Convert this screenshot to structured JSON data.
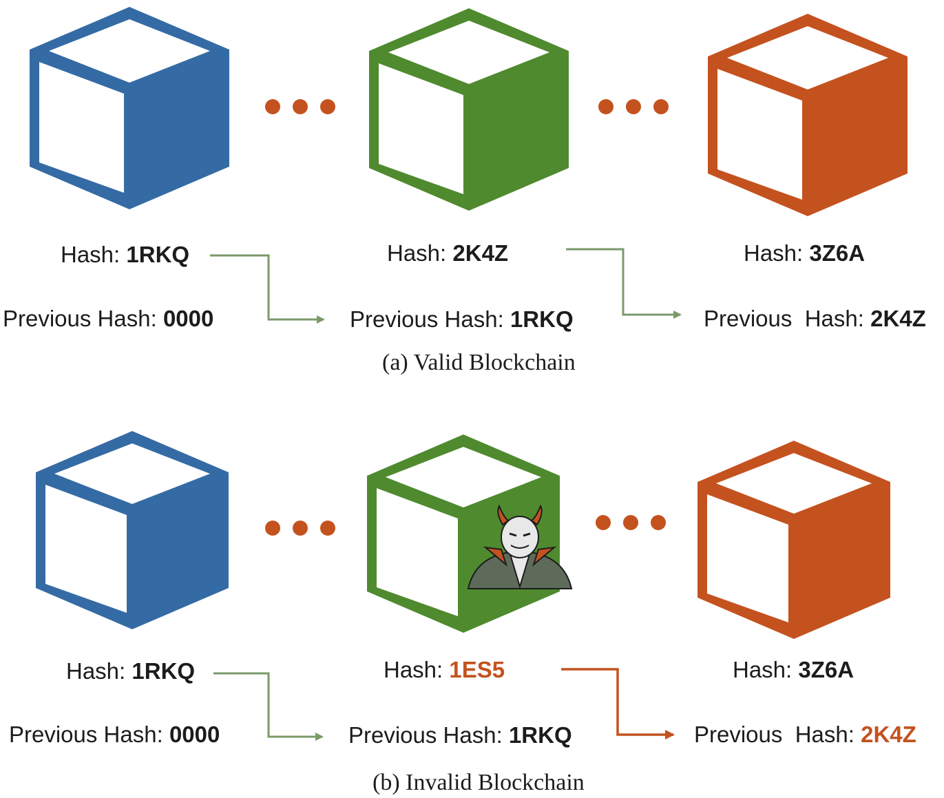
{
  "colors": {
    "blue": "#356ba4",
    "green": "#4f8a2e",
    "orange": "#c4521f",
    "arrow_green": "#7a9a6a",
    "text": "#1c1c1c"
  },
  "valid": {
    "caption": "(a) Valid Blockchain",
    "block1": {
      "hash_label": "Hash:",
      "hash": "1RKQ",
      "prev_label": "Previous Hash:",
      "prev": "0000"
    },
    "block2": {
      "hash_label": "Hash:",
      "hash": "2K4Z",
      "prev_label": "Previous Hash:",
      "prev": "1RKQ"
    },
    "block3": {
      "hash_label": "Hash:",
      "hash": "3Z6A",
      "prev_label": "Previous  Hash:",
      "prev": "2K4Z"
    }
  },
  "invalid": {
    "caption": "(b) Invalid Blockchain",
    "block1": {
      "hash_label": "Hash:",
      "hash": "1RKQ",
      "prev_label": "Previous Hash:",
      "prev": "0000"
    },
    "block2": {
      "hash_label": "Hash:",
      "hash": "1ES5",
      "prev_label": "Previous Hash:",
      "prev": "1RKQ"
    },
    "block3": {
      "hash_label": "Hash:",
      "hash": "3Z6A",
      "prev_label": "Previous  Hash:",
      "prev": "2K4Z"
    }
  },
  "icons": {
    "attacker": "devil-attacker-icon",
    "ellipsis": "ellipsis-dots-icon",
    "block": "cube-block-icon"
  }
}
